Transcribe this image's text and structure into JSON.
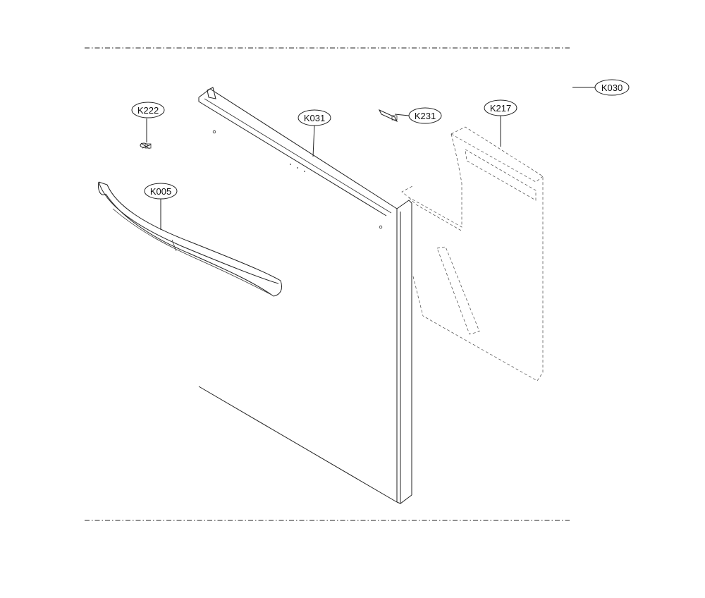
{
  "diagram": {
    "callouts": [
      {
        "id": "k030",
        "label": "K030"
      },
      {
        "id": "k222",
        "label": "K222"
      },
      {
        "id": "k031",
        "label": "K031"
      },
      {
        "id": "k231",
        "label": "K231"
      },
      {
        "id": "k217",
        "label": "K217"
      },
      {
        "id": "k005",
        "label": "K005"
      }
    ]
  }
}
